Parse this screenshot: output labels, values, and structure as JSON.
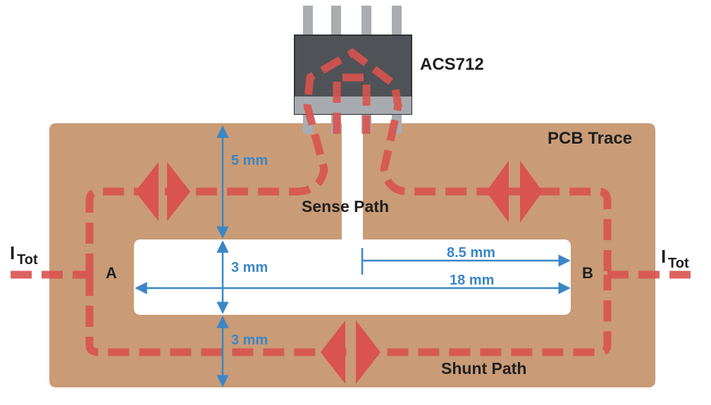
{
  "labels": {
    "chip": "ACS712",
    "trace": "PCB Trace",
    "sense_path": "Sense Path",
    "shunt_path": "Shunt Path",
    "node_a": "A",
    "node_b": "B",
    "itot_main": "I",
    "itot_sub": "Tot"
  },
  "dimensions": {
    "upper_width": "5 mm",
    "slot_height": "3 mm",
    "lower_width": "3 mm",
    "half_slot_length": "8.5 mm",
    "slot_length": "18 mm"
  },
  "colors": {
    "pcb": "#c99b76",
    "current_path": "#d9534f",
    "dimension": "#3b86c6",
    "chip_body": "#4f5357",
    "pin": "#a8adb2",
    "text": "#1f1f1f"
  },
  "icons": {
    "arrow_dimension": "double-headed-arrow",
    "current_direction": "bidirectional-arrow"
  }
}
